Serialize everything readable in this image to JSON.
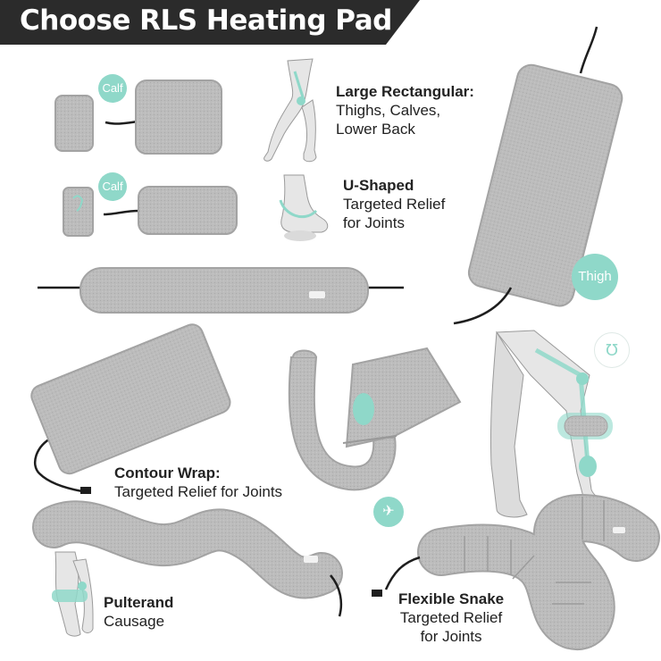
{
  "title": "Choose RLS Heating Pad",
  "badges": {
    "calf_top": "Calf",
    "calf_mid": "Calf",
    "thigh": "Thigh"
  },
  "products": {
    "large_rectangular": {
      "name": "Large Rectangular:",
      "line1": "Thighs, Calves,",
      "line2": "Lower Back"
    },
    "u_shaped": {
      "name": "U-Shaped",
      "line1": "Targeted Relief",
      "line2": "for Joints"
    },
    "contour_wrap": {
      "name": "Contour Wrap:",
      "line1": "Targeted Relief for Joints"
    },
    "pulterand": {
      "name": "Pulterand",
      "line1": "Causage"
    },
    "flexible_snake": {
      "name": "Flexible Snake",
      "line1": "Targeted Relief",
      "line2": "for Joints"
    }
  },
  "colors": {
    "banner": "#2b2b2b",
    "pad": "#b9b9b9",
    "accent": "#8fd8c9",
    "cord": "#1e1e1e"
  }
}
